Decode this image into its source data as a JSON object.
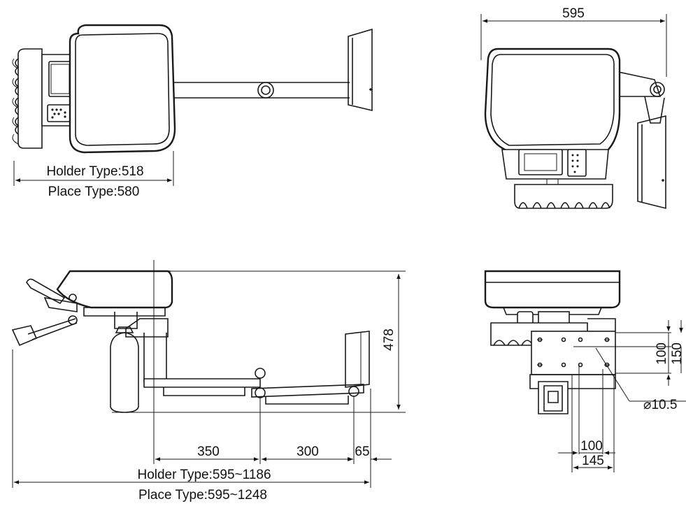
{
  "dimensions": {
    "top_view_width_holder": "Holder Type:518",
    "top_view_width_place": "Place Type:580",
    "front_view_width": "595",
    "side_view_height": "478",
    "side_view_seg1": "350",
    "side_view_seg2": "300",
    "side_view_seg3": "65",
    "side_view_total_holder": "Holder Type:595~1186",
    "side_view_total_place": "Place Type:595~1248",
    "base_view_height_100": "100",
    "base_view_height_150": "150",
    "base_view_hole_dia": "⌀10.5",
    "base_view_width_100": "100",
    "base_view_width_145": "145"
  }
}
